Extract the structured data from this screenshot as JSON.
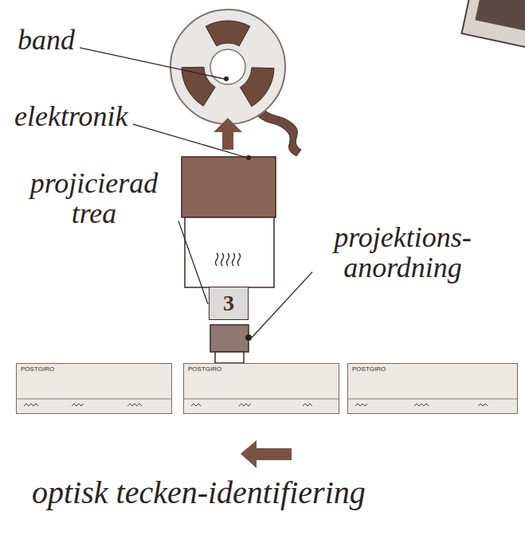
{
  "diagram": {
    "caption": "optisk tecken-identifiering",
    "nodes": [
      {
        "text": [
          "3"
        ]
      },
      {
        "text": [
          "POSTGIRO"
        ]
      },
      {
        "text": [
          "POSTGIRO"
        ]
      },
      {
        "text": [
          "POSTGIRO"
        ]
      }
    ],
    "labels": [
      "band",
      "elektronik",
      "projicierad trea",
      "projektions- anordning"
    ]
  }
}
